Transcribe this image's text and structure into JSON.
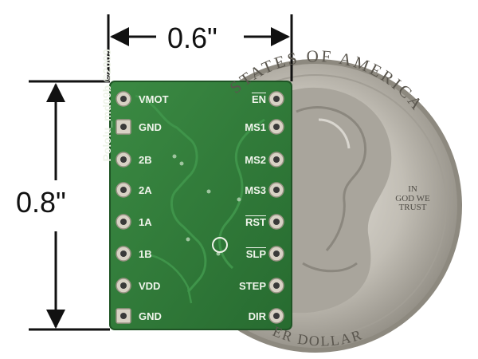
{
  "dimensions": {
    "width_label": "0.6\"",
    "height_label": "0.8\""
  },
  "board": {
    "left_pins": [
      "VMOT",
      "GND",
      "2B",
      "2A",
      "1A",
      "1B",
      "VDD",
      "GND"
    ],
    "right_pins": [
      "EN",
      "MS1",
      "MS2",
      "MS3",
      "RST",
      "SLP",
      "STEP",
      "DIR"
    ],
    "silkscreen": "Pololu_md09b ©2009",
    "colors": {
      "pcb": "#2f7a37",
      "pad": "#d8d2c5"
    }
  },
  "coin": {
    "rim_text": "STATES OF AMERICA",
    "bottom_text": "ER DOLLAR",
    "motto_lines": [
      "IN",
      "GOD WE",
      "TRUST"
    ],
    "colors": {
      "silver": "#bdb9b0"
    }
  }
}
